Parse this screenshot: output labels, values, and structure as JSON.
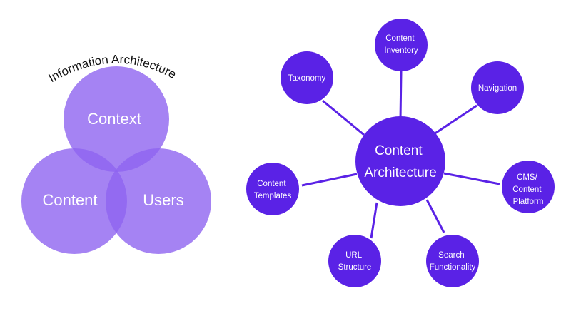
{
  "venn": {
    "title": "Information Architecture",
    "context": "Context",
    "content": "Content",
    "users": "Users"
  },
  "hub": {
    "line1": "Content",
    "line2": "Architecture"
  },
  "nodes": {
    "content_inventory": [
      "Content",
      "Inventory"
    ],
    "taxonomy": [
      "Taxonomy"
    ],
    "navigation": [
      "Navigation"
    ],
    "content_templates": [
      "Content",
      "Templates"
    ],
    "cms": [
      "CMS/",
      "Content",
      "Platform"
    ],
    "url_structure": [
      "URL",
      "Structure"
    ],
    "search_functionality": [
      "Search",
      "Functionality"
    ]
  },
  "colors": {
    "venn_fill": "#8E64F0",
    "primary": "#5A22E6",
    "label_text": "#FFFFFF",
    "title_text": "#111111"
  }
}
